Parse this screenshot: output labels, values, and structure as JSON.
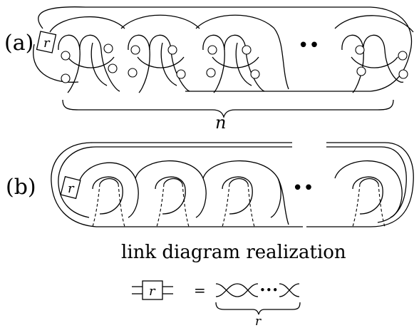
{
  "panel_a": {
    "label": "(a)",
    "box_label": "r",
    "dots": "••",
    "count_label": "n"
  },
  "panel_b": {
    "label": "(b)",
    "box_label": "r",
    "dots": "••"
  },
  "caption": "link diagram realization",
  "legend": {
    "box_label": "r",
    "equals": "=",
    "dots": "•••",
    "count_label": "r"
  }
}
